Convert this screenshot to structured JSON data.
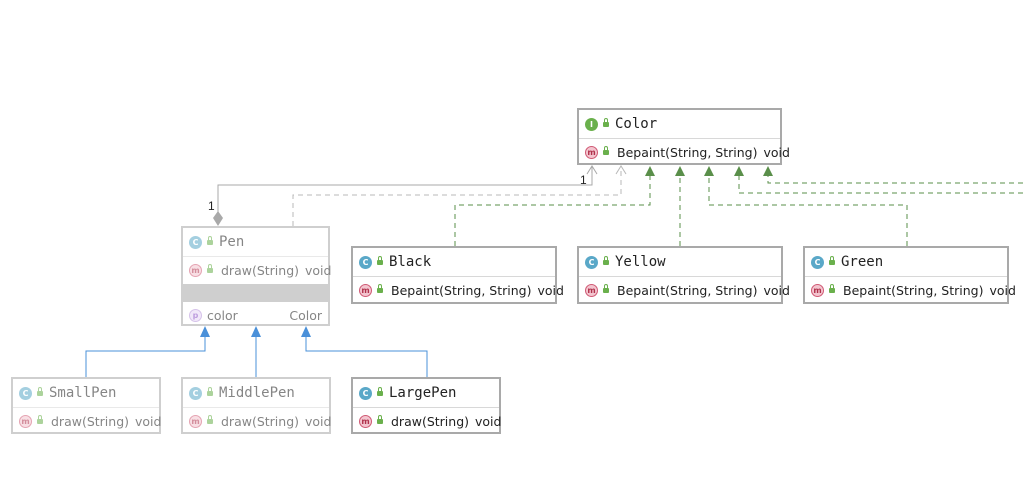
{
  "classes": {
    "color": {
      "name": "Color",
      "kind": "I",
      "method": "Bepaint(String, String)",
      "ret": "void"
    },
    "pen": {
      "name": "Pen",
      "kind": "C",
      "method": "draw(String)",
      "ret": "void",
      "field": "color",
      "field_type": "Color",
      "field_badge": "p"
    },
    "black": {
      "name": "Black",
      "kind": "C",
      "method": "Bepaint(String, String)",
      "ret": "void"
    },
    "yellow": {
      "name": "Yellow",
      "kind": "C",
      "method": "Bepaint(String, String)",
      "ret": "void"
    },
    "green": {
      "name": "Green",
      "kind": "C",
      "method": "Bepaint(String, String)",
      "ret": "void"
    },
    "smallpen": {
      "name": "SmallPen",
      "kind": "C",
      "method": "draw(String)",
      "ret": "void"
    },
    "middlepen": {
      "name": "MiddlePen",
      "kind": "C",
      "method": "draw(String)",
      "ret": "void"
    },
    "largepen": {
      "name": "LargePen",
      "kind": "C",
      "method": "draw(String)",
      "ret": "void"
    }
  },
  "method_badge": "m",
  "multiplicity": {
    "pen_end": "1",
    "color_end": "1"
  },
  "colors": {
    "inheritance": "#4a90d9",
    "realization": "#5a8f4a",
    "association": "#a9a9a9",
    "border": "#a9a9a9"
  }
}
